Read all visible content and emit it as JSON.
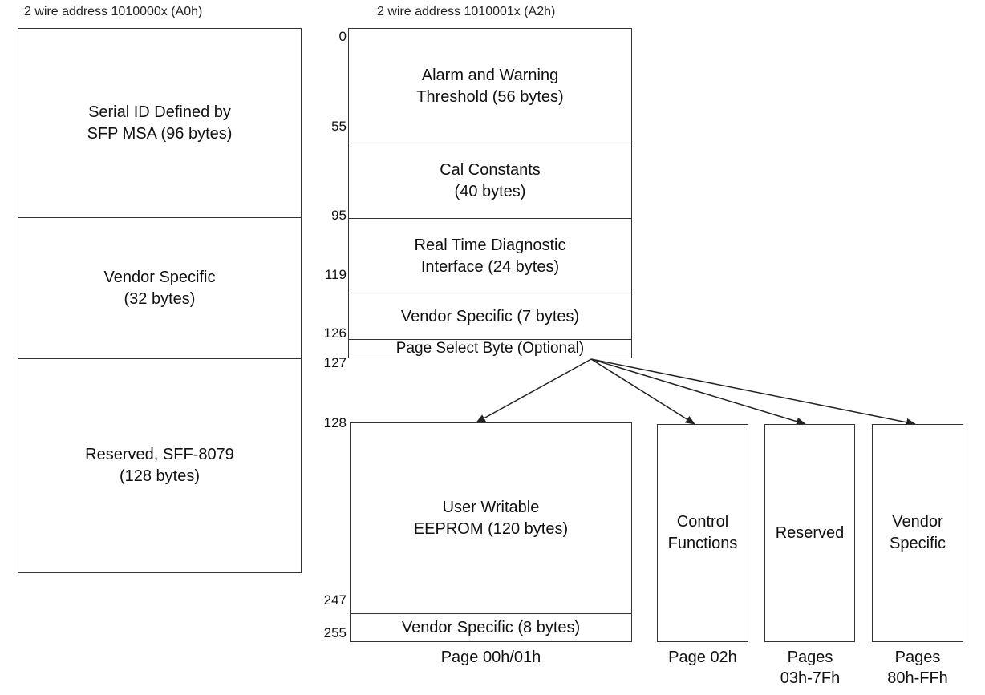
{
  "headers": {
    "a0": "2 wire address 1010000x (A0h)",
    "a2": "2 wire address 1010001x (A2h)"
  },
  "a0_table": {
    "serial_id": [
      "Serial ID Defined by",
      "SFP MSA (96 bytes)"
    ],
    "vendor_specific": [
      "Vendor Specific",
      "(32 bytes)"
    ],
    "reserved": [
      "Reserved, SFF-8079",
      "(128 bytes)"
    ]
  },
  "a2_table": {
    "alarm": [
      "Alarm and Warning",
      "Threshold  (56 bytes)"
    ],
    "cal": [
      "Cal Constants",
      "(40 bytes)"
    ],
    "diag": [
      "Real Time Diagnostic",
      "Interface (24 bytes)"
    ],
    "vendor": "Vendor Specific (7 bytes)",
    "page_select": "Page Select Byte (Optional)"
  },
  "a2_addresses": [
    "0",
    "55",
    "95",
    "119",
    "126",
    "127"
  ],
  "page00": {
    "user_eeprom": [
      "User Writable",
      "EEPROM (120 bytes)"
    ],
    "vendor": "Vendor Specific (8 bytes)",
    "addresses": [
      "128",
      "247",
      "255"
    ],
    "caption": "Page 00h/01h"
  },
  "page02": {
    "label": [
      "Control",
      "Functions"
    ],
    "caption": "Page 02h"
  },
  "page03": {
    "label": "Reserved",
    "caption": [
      "Pages",
      "03h-7Fh"
    ]
  },
  "page80": {
    "label": [
      "Vendor",
      "Specific"
    ],
    "caption": [
      "Pages",
      "80h-FFh"
    ]
  },
  "colors": {
    "line": "#333333",
    "text": "#111111",
    "background": "#ffffff"
  }
}
